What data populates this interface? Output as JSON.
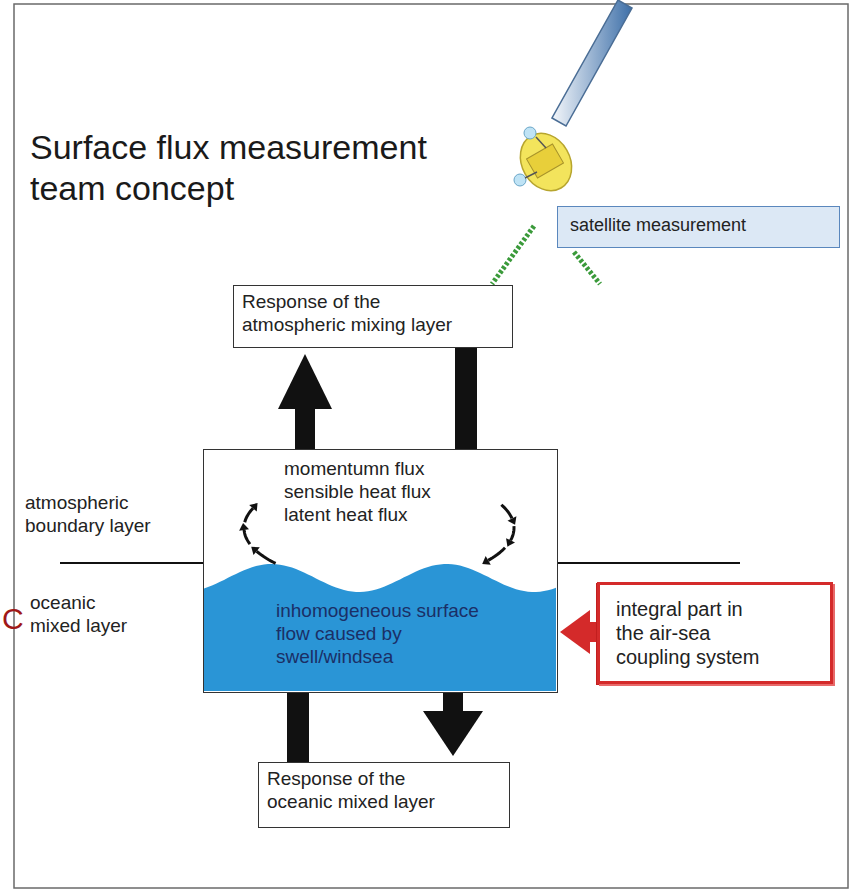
{
  "diagram": {
    "title": "Surface flux measurement team concept",
    "nodes": [
      {
        "text": [
          "satellite measurement"
        ]
      },
      {
        "text": [
          "Response of the atmospheric mixing layer"
        ]
      },
      {
        "text": [
          "momentumn flux sensible heat flux latent heat flux",
          "inhomogeneous surface flow caused by swell/windsea"
        ]
      },
      {
        "text": [
          "integral part in the air-sea coupling system"
        ]
      },
      {
        "text": [
          "Response of the oceanic mixed layer"
        ]
      }
    ],
    "edges": [
      {
        "from": 2,
        "to": 1,
        "arrow": "to"
      },
      {
        "from": 1,
        "to": 2,
        "arrow": "none"
      },
      {
        "from": 2,
        "to": 4,
        "arrow": "none"
      },
      {
        "from": 2,
        "to": 4,
        "arrow": "to"
      },
      {
        "from": 3,
        "to": 2,
        "arrow": "to"
      }
    ],
    "labels": [
      "atmospheric boundary layer",
      "oceanic mixed layer",
      "C"
    ]
  }
}
